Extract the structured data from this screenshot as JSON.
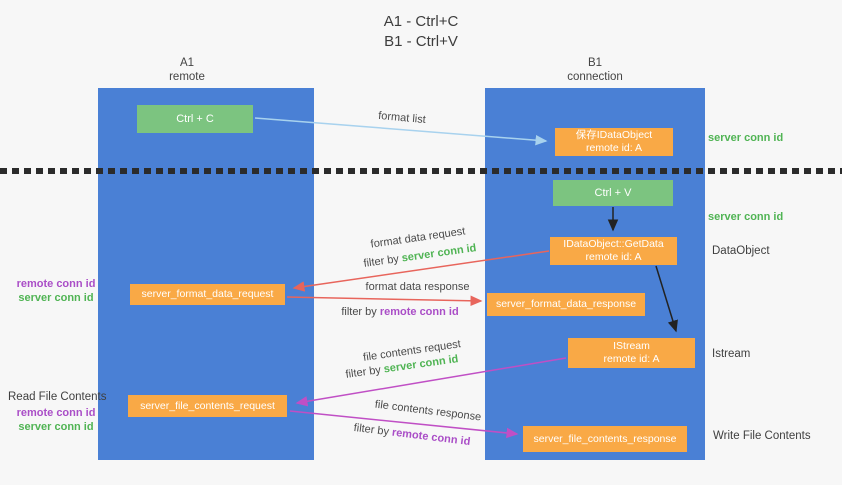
{
  "title": {
    "line1": "A1 - Ctrl+C",
    "line2": "B1 - Ctrl+V"
  },
  "columns": {
    "left": {
      "name": "A1",
      "role": "remote"
    },
    "right": {
      "name": "B1",
      "role": "connection"
    }
  },
  "nodes": {
    "ctrl_c": "Ctrl + C",
    "save_idataobject": {
      "line1": "保存IDataObject",
      "line2": "remote id: A"
    },
    "ctrl_v": "Ctrl + V",
    "getdata": {
      "line1": "IDataObject::GetData",
      "line2": "remote id: A"
    },
    "format_request": "server_format_data_request",
    "format_response": "server_format_data_response",
    "istream": {
      "line1": "IStream",
      "line2": "remote id: A"
    },
    "file_request": "server_file_contents_request",
    "file_response": "server_file_contents_response"
  },
  "side_labels": {
    "server_conn_id_top": "server conn id",
    "server_conn_id_mid": "server conn id",
    "dataobject": "DataObject",
    "istream": "Istream",
    "write_file_contents": "Write File Contents",
    "read_file_contents": "Read File Contents",
    "format_pair": {
      "remote": "remote conn id",
      "server": "server conn id"
    },
    "file_pair": {
      "remote": "remote conn id",
      "server": "server conn id"
    }
  },
  "arrow_labels": {
    "format_list": "format list",
    "format_data_request": "format data request",
    "filter1": {
      "prefix": "filter by ",
      "value": "server conn id"
    },
    "format_data_response": "format data response",
    "filter2": {
      "prefix": "filter by ",
      "value": "remote conn id"
    },
    "file_contents_request": "file contents request",
    "filter3": {
      "prefix": "filter by ",
      "value": "server conn id"
    },
    "file_contents_response": "file contents response",
    "filter4": {
      "prefix": "filter by ",
      "value": "remote conn id"
    }
  },
  "colors": {
    "lifeline_blue": "#4a80d5",
    "node_green": "#7cc480",
    "node_orange": "#f9a946",
    "label_green": "#50b454",
    "label_purple": "#aa4ec7",
    "arrow_red": "#e8655c",
    "arrow_magenta": "#c04fc5",
    "arrow_lightblue": "#a8d2ee",
    "arrow_black": "#222222",
    "background": "#f7f7f7"
  }
}
